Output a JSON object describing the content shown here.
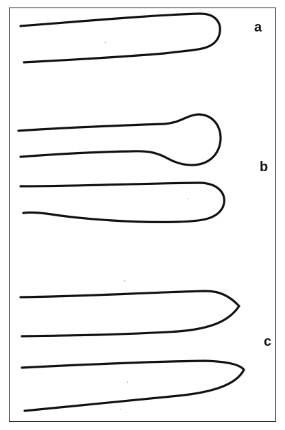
{
  "figure": {
    "labels": {
      "a": "a",
      "b": "b",
      "c": "c"
    },
    "colors": {
      "stroke": "#111111",
      "border": "#1a1a1a",
      "background": "#ffffff"
    }
  }
}
